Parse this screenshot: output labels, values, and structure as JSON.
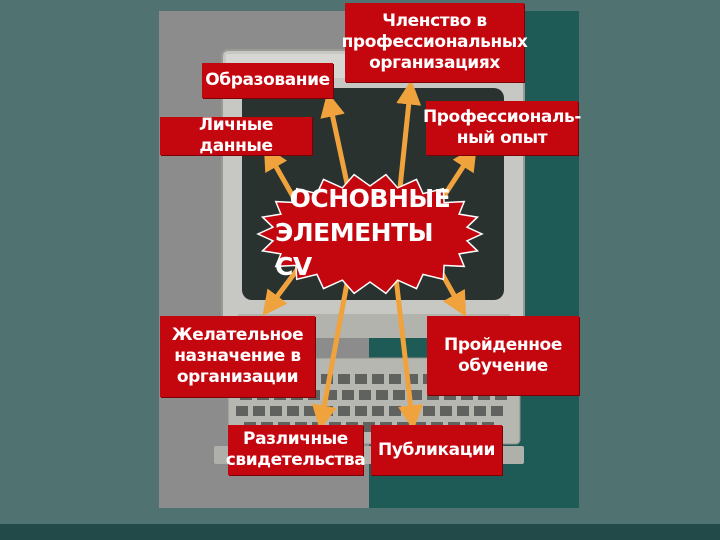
{
  "center": {
    "line1": "ОСНОВНЫЕ",
    "line2": "ЭЛЕМЕНТЫ CV"
  },
  "labels": {
    "membership": "Членство в профессиональных организациях",
    "education": "Образование",
    "personal": "Личные данные",
    "experience": "Профессиональ-ный опыт",
    "desired": "Желательное назначение в организации",
    "training": "Пройденное обучение",
    "certificates": "Различные свидетельства",
    "publications": "Публикации"
  },
  "colors": {
    "box": "#c4070f",
    "arrow": "#f0a23c",
    "background": "#507371"
  }
}
